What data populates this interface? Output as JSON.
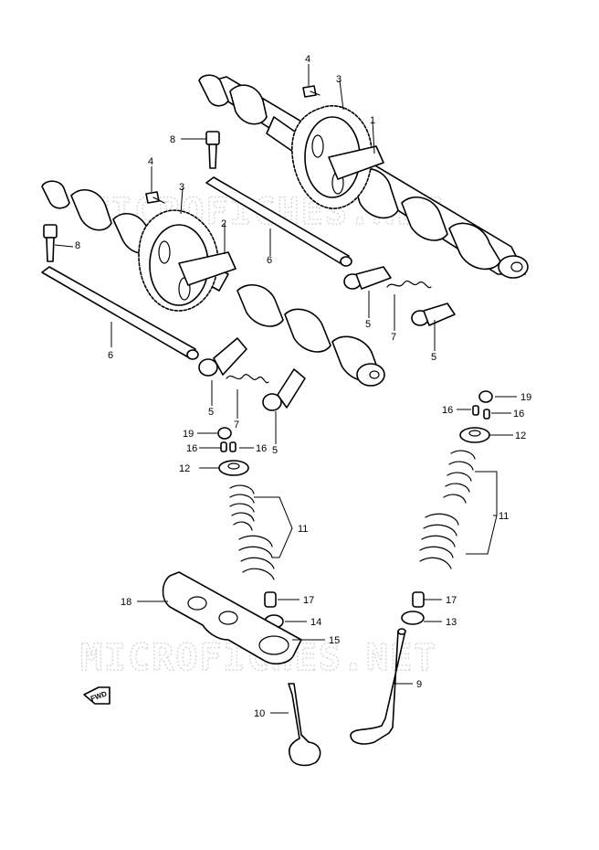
{
  "watermark": {
    "text": "MICROFICHES.NET",
    "color": "#d6d6d6"
  },
  "direction_badge": {
    "label": "FWD"
  },
  "callouts": {
    "n1": "1",
    "n2": "2",
    "n3a": "3",
    "n3b": "3",
    "n4a": "4",
    "n4b": "4",
    "n5a": "5",
    "n5b": "5",
    "n5c": "5",
    "n5d": "5",
    "n6a": "6",
    "n6b": "6",
    "n7a": "7",
    "n7b": "7",
    "n8a": "8",
    "n8b": "8",
    "n9": "9",
    "n10": "10",
    "n11a": "11",
    "n11b": "11",
    "n12a": "12",
    "n12b": "12",
    "n13": "13",
    "n14": "14",
    "n15": "15",
    "n16a": "16",
    "n16b": "16",
    "n16c": "16",
    "n16d": "16",
    "n17a": "17",
    "n17b": "17",
    "n18": "18",
    "n19a": "19",
    "n19b": "19"
  }
}
